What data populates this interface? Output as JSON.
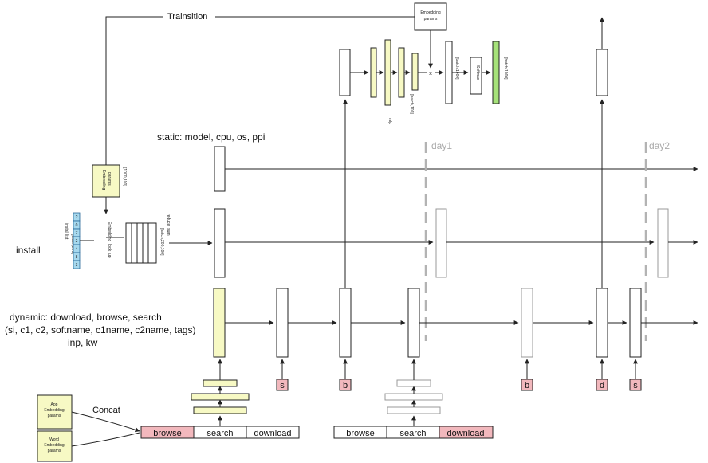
{
  "top": {
    "transition_label": "Trainsition"
  },
  "top_model": {
    "embedding_params": [
      "Embedding",
      "params"
    ],
    "mlp": "mlp",
    "dim1": "[batch,100]",
    "dim2": "[batch,1000]",
    "softmax": "Softmax",
    "dim3": "[batch,1000]",
    "times": "x"
  },
  "static": {
    "label": "static: model, cpu, os, ppi"
  },
  "days": [
    "day1",
    "day2"
  ],
  "install": {
    "label": "install",
    "list_label": "install list",
    "list_dim": "[batch,200]",
    "list_values": [
      "3",
      "8",
      "4",
      "2",
      "7",
      "0",
      "?"
    ],
    "embed_box": [
      "Embedding",
      "params"
    ],
    "embed_dim": "[1000,100]",
    "lookup": "Embedding_look_up",
    "matrix_dim": "[batch,200,100]",
    "reduce": "reduce_sum"
  },
  "dynamic": {
    "lines": [
      "dynamic: download, browse, search",
      "(si, c1, c2, softname, c1name, c2name, tags)",
      "inp, kw"
    ]
  },
  "events": [
    "s",
    "b",
    "b",
    "d",
    "s"
  ],
  "concat": {
    "label": "Concat",
    "app_params": [
      "App",
      "Embedding",
      "params"
    ],
    "word_params": [
      "Word",
      "Embedding",
      "params"
    ]
  },
  "seq1": [
    "browse",
    "search",
    "download"
  ],
  "seq2": [
    "browse",
    "search",
    "download"
  ],
  "colors": {
    "yellow": "#f7f9c4",
    "green": "#a6e27a",
    "blue": "#a7d9ee",
    "pink": "#f2b8bd",
    "dash": "#b3b3b3"
  }
}
